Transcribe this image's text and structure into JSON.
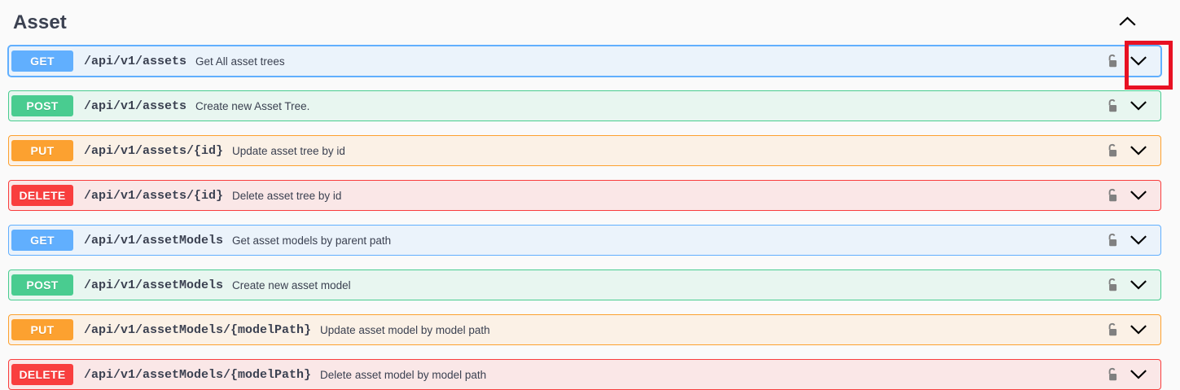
{
  "section": {
    "title": "Asset",
    "collapse_icon": "chevron-up-icon"
  },
  "operations": [
    {
      "method": "GET",
      "method_class": "get",
      "path": "/api/v1/assets",
      "description": "Get All asset trees",
      "lock_icon": "unlocked-padlock-icon",
      "expand_icon": "chevron-down-icon",
      "highlighted": true
    },
    {
      "method": "POST",
      "method_class": "post",
      "path": "/api/v1/assets",
      "description": "Create new Asset Tree.",
      "lock_icon": "unlocked-padlock-icon",
      "expand_icon": "chevron-down-icon",
      "highlighted": false
    },
    {
      "method": "PUT",
      "method_class": "put",
      "path": "/api/v1/assets/{id}",
      "description": "Update asset tree by id",
      "lock_icon": "unlocked-padlock-icon",
      "expand_icon": "chevron-down-icon",
      "highlighted": false
    },
    {
      "method": "DELETE",
      "method_class": "delete",
      "path": "/api/v1/assets/{id}",
      "description": "Delete asset tree by id",
      "lock_icon": "unlocked-padlock-icon",
      "expand_icon": "chevron-down-icon",
      "highlighted": false
    },
    {
      "method": "GET",
      "method_class": "get",
      "path": "/api/v1/assetModels",
      "description": "Get asset models by parent path",
      "lock_icon": "unlocked-padlock-icon",
      "expand_icon": "chevron-down-icon",
      "highlighted": false
    },
    {
      "method": "POST",
      "method_class": "post",
      "path": "/api/v1/assetModels",
      "description": "Create new asset model",
      "lock_icon": "unlocked-padlock-icon",
      "expand_icon": "chevron-down-icon",
      "highlighted": false
    },
    {
      "method": "PUT",
      "method_class": "put",
      "path": "/api/v1/assetModels/{modelPath}",
      "description": "Update asset model by model path",
      "lock_icon": "unlocked-padlock-icon",
      "expand_icon": "chevron-down-icon",
      "highlighted": false
    },
    {
      "method": "DELETE",
      "method_class": "delete",
      "path": "/api/v1/assetModels/{modelPath}",
      "description": "Delete asset model by model path",
      "lock_icon": "unlocked-padlock-icon",
      "expand_icon": "chevron-down-icon",
      "highlighted": false
    }
  ],
  "annotation": {
    "type": "highlight-box",
    "color": "#e81123",
    "targets": "expand-operation-chevron-row-0"
  },
  "colors": {
    "get": "#61affe",
    "post": "#49cc90",
    "put": "#fca130",
    "delete": "#f93e3e",
    "text": "#3b4151",
    "page_background": "#fafafa"
  }
}
